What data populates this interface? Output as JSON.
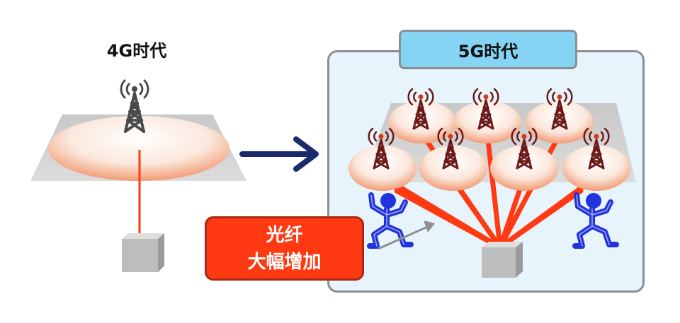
{
  "era_4g": {
    "title": "4G时代"
  },
  "era_5g": {
    "title": "5G时代"
  },
  "callout": {
    "line1": "光纤",
    "line2": "大幅增加"
  },
  "colors": {
    "fiber_line": "#ff3a12",
    "callout_fill": "#ff3a12",
    "panel_bg": "#e8f4fb",
    "label_bg": "#86d4f4",
    "arrow": "#1c2a6b",
    "person": "#2233dd",
    "tower": "#6b1a1a"
  }
}
